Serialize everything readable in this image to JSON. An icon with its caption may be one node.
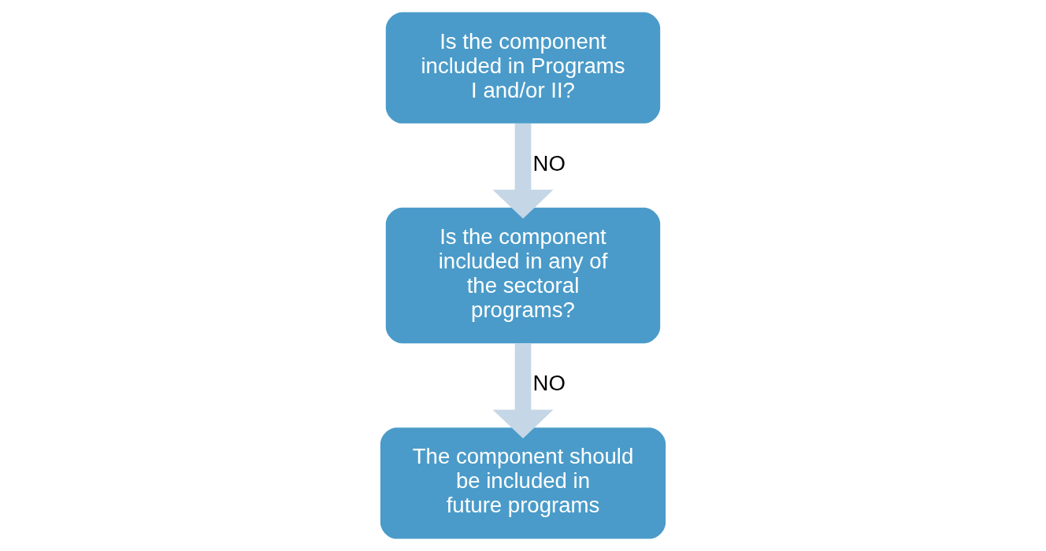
{
  "diagram": {
    "nodes": [
      {
        "text": [
          "Is the component included in Programs I and/or II?"
        ]
      },
      {
        "text": [
          "Is the component included in any of the sectoral programs?"
        ]
      },
      {
        "text": [
          "The component should be included in future programs"
        ]
      }
    ],
    "edges": [
      {
        "from": 0,
        "to": 1,
        "arrow": "to",
        "label": "NO"
      },
      {
        "from": 1,
        "to": 2,
        "arrow": "to",
        "label": "NO"
      }
    ]
  }
}
